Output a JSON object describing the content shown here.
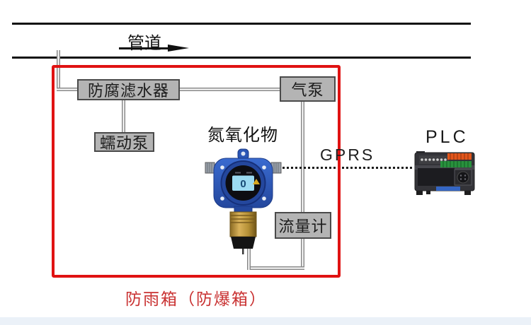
{
  "diagram": {
    "pipeline": {
      "label": "管道"
    },
    "boxes": {
      "filter": "防腐滤水器",
      "air_pump": "气泵",
      "peristaltic_pump": "蠕动泵",
      "flow_meter": "流量计"
    },
    "detector": {
      "label": "氮氧化物",
      "lcd_value": "0"
    },
    "links": {
      "gprs": "GPRS"
    },
    "plc": {
      "label": "PLC"
    },
    "caption": "防雨箱（防爆箱）",
    "colors": {
      "enclosure_red": "#e01212",
      "caption_red": "#c93232",
      "box_gray": "#b4b4b4",
      "box_border": "#4a4a4a",
      "tube_gray": "#878787",
      "pipeline_black": "#101010",
      "detector_blue": "#2f5ec2",
      "detector_face": "#24479d",
      "lcd_blue": "#9bdaf2",
      "brass_gold": "#c9a23f",
      "plc_body": "#333338",
      "plc_orange": "#e2561b",
      "plc_green": "#28913d",
      "footer_bar": "#ebf1f8"
    }
  }
}
